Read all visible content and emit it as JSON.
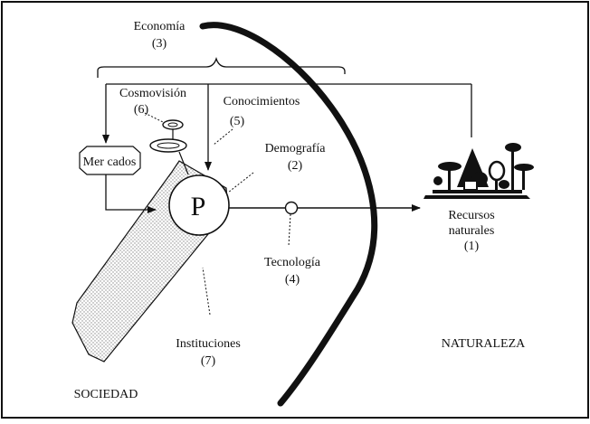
{
  "labels": {
    "economia": "Economía",
    "economia_num": "(3)",
    "cosmovision": "Cosmovisión",
    "cosmovision_num": "(6)",
    "conocimientos": "Conocimientos",
    "conocimientos_num": "(5)",
    "demografia": "Demografía",
    "demografia_num": "(2)",
    "mercados": "Mer cados",
    "p": "P",
    "recursos_1": "Recursos",
    "recursos_2": "naturales",
    "recursos_num": "(1)",
    "tecnologia": "Tecnología",
    "tecnologia_num": "(4)",
    "instituciones": "Instituciones",
    "instituciones_num": "(7)",
    "naturaleza": "NATURALEZA",
    "sociedad": "SOCIEDAD"
  },
  "colors": {
    "ink": "#111111",
    "hatch": "#bdbdbd",
    "background": "#ffffff"
  },
  "icons": {
    "resources": "landscape-resources-icon",
    "cosmovision": "stacked-rings-icon",
    "technology": "circle-node-icon"
  }
}
